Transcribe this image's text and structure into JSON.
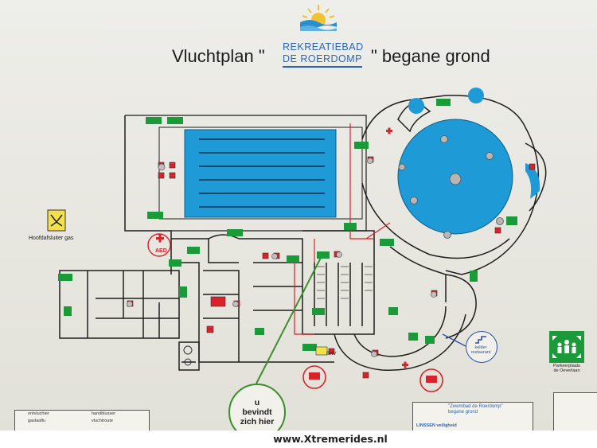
{
  "map": {
    "title_left": "Vluchtplan \"",
    "title_right": "\" begane grond",
    "logo_line1": "REKREATIEBAD",
    "logo_line2": "DE ROERDOMP",
    "gas_label": "Hoofdafsluiter gas",
    "aed_label": "AED",
    "bhv_label": "BHV",
    "you_are_here": [
      "u",
      "bevindt",
      "zich hier"
    ],
    "kelder_label": [
      "kelder",
      "restaurant"
    ],
    "parking_label": [
      "Parkeerplaats",
      "de Oeverlaan"
    ],
    "titleblock": {
      "name": "\"Zwembad de Roerdomp\"",
      "floor": "begane grond",
      "brand": "LINSSEN veiligheid"
    },
    "legend": [
      "ontvluchter",
      "handblusser",
      "gaslaaflu",
      "vluchtroute"
    ],
    "colors": {
      "pool": "#1e9ad6",
      "escape_sign": "#1b9a3a",
      "first_aid": "#d8232a",
      "here_circle": "#3c8f2a"
    }
  },
  "footer": {
    "watermark": "www.Xtremerides.nl"
  }
}
